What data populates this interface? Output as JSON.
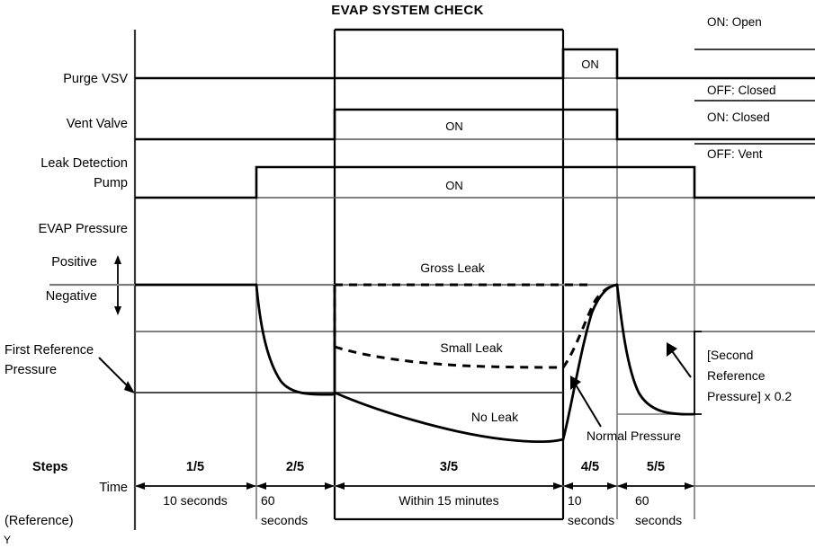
{
  "title": "EVAP SYSTEM CHECK",
  "corner_mark": "Y",
  "row_labels": {
    "purge_vsv": "Purge VSV",
    "vent_valve": "Vent Valve",
    "leak_detection_pump_line1": "Leak Detection",
    "leak_detection_pump_line2": "Pump",
    "evap_pressure": "EVAP Pressure",
    "positive": "Positive",
    "negative": "Negative",
    "first_reference_pressure_line1": "First Reference",
    "first_reference_pressure_line2": "Pressure",
    "steps": "Steps",
    "time": "Time",
    "reference": "(Reference)"
  },
  "state_legend": {
    "purge_on": "ON: Open",
    "purge_off": "OFF: Closed",
    "vent_on": "ON: Closed",
    "vent_off": "OFF: Vent"
  },
  "on_markers": {
    "purge_vsv": "ON",
    "vent_valve": "ON",
    "leak_detection_pump": "ON"
  },
  "curve_labels": {
    "gross_leak": "Gross Leak",
    "small_leak": "Small Leak",
    "no_leak": "No Leak",
    "normal_pressure": "Normal Pressure",
    "second_reference_line1": "[Second",
    "second_reference_line2": "Reference",
    "second_reference_line3": "Pressure] x 0.2"
  },
  "chart_data": {
    "type": "line",
    "title": "EVAP SYSTEM CHECK",
    "xlabel": "Time",
    "ylabel": "EVAP Pressure",
    "steps": [
      {
        "id": "1/5",
        "label": "1/5",
        "duration": "10 seconds",
        "duration_lines": [
          "10 seconds"
        ],
        "x_start": 150,
        "x_end": 285
      },
      {
        "id": "2/5",
        "label": "2/5",
        "duration": "60 seconds",
        "duration_lines": [
          "60",
          "seconds"
        ],
        "x_start": 285,
        "x_end": 372
      },
      {
        "id": "3/5",
        "label": "3/5",
        "duration": "Within 15 minutes",
        "duration_lines": [
          "Within 15 minutes"
        ],
        "x_start": 372,
        "x_end": 626
      },
      {
        "id": "4/5",
        "label": "4/5",
        "duration": "10 seconds",
        "duration_lines": [
          "10",
          "seconds"
        ],
        "x_start": 626,
        "x_end": 686
      },
      {
        "id": "5/5",
        "label": "5/5",
        "duration": "60 seconds",
        "duration_lines": [
          "60",
          "seconds"
        ],
        "x_start": 686,
        "x_end": 772
      }
    ],
    "signals": [
      {
        "name": "Purge VSV",
        "on_during_steps": [
          "4/5"
        ],
        "on_label": "ON",
        "states": {
          "on": "ON: Open",
          "off": "OFF: Closed"
        }
      },
      {
        "name": "Vent Valve",
        "on_during_steps": [
          "3/5",
          "4/5"
        ],
        "on_label": "ON",
        "states": {
          "on": "ON: Closed",
          "off": "OFF: Vent"
        }
      },
      {
        "name": "Leak Detection Pump",
        "on_during_steps": [
          "2/5",
          "3/5",
          "4/5",
          "5/5"
        ],
        "on_label": "ON",
        "states": {
          "on": "ON",
          "off": "OFF"
        }
      }
    ],
    "pressure_levels": {
      "zero": "Negative/Positive boundary",
      "second_reference_x02": "[Second Reference Pressure] x 0.2",
      "first_reference": "First Reference Pressure"
    },
    "series": [
      {
        "name": "Gross Leak",
        "style": "dashed",
        "description": "Stays at zero/atmospheric through step 3/5, recovers at 4/5"
      },
      {
        "name": "Small Leak",
        "style": "dashed",
        "description": "Decays partway toward first reference pressure during 3/5"
      },
      {
        "name": "No Leak",
        "style": "solid",
        "description": "Decays well below first reference pressure during 3/5"
      },
      {
        "name": "Normal Pressure",
        "style": "solid",
        "description": "Second reference pressure decay during step 5/5"
      }
    ],
    "grid": true,
    "legend_position": "inline-annotations"
  }
}
